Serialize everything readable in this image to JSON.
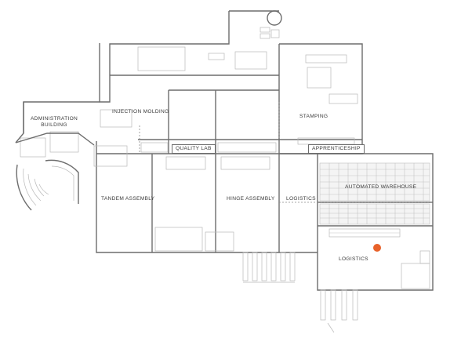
{
  "map": {
    "areas": {
      "administration_building": "ADMINISTRATION BUILDING",
      "injection_molding": "INJECTION MOLDING",
      "stamping": "STAMPING",
      "quality_lab": "QUALITY LAB",
      "apprenticeship": "APPRENTICESHIP",
      "automated_warehouse": "AUTOMATED WAREHOUSE",
      "tandem_assembly": "TANDEM ASSEMBLY",
      "hinge_assembly": "HINGE ASSEMBLY",
      "logistics_upper": "LOGISTICS",
      "logistics_lower": "LOGISTICS"
    },
    "colors": {
      "wall": "#6d6d6d",
      "marker": "#e8622a",
      "label_text": "#3a3a3a"
    },
    "marker_icon": "location-dot-icon"
  }
}
